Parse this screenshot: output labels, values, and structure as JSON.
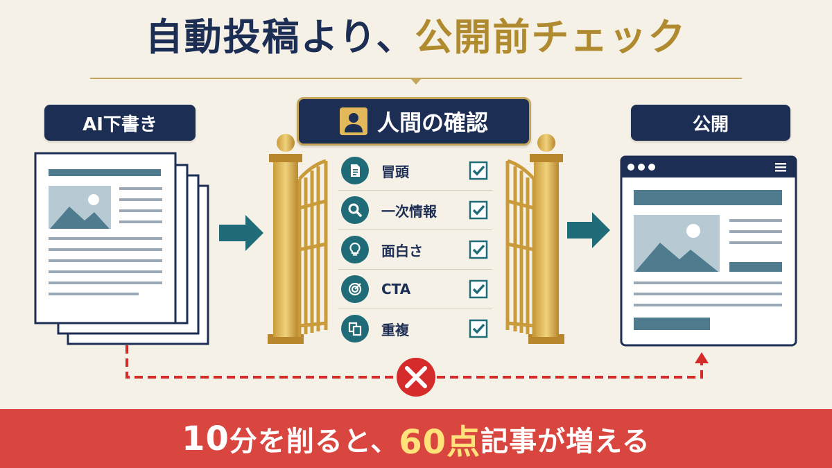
{
  "title": {
    "part1": "自動投稿より、",
    "part2": "公開前チェック"
  },
  "labels": {
    "ai_draft": "AI下書き",
    "human_check": "人間の確認",
    "publish": "公開"
  },
  "checklist": [
    {
      "label": "冒頭",
      "icon": "document-icon",
      "checked": true
    },
    {
      "label": "一次情報",
      "icon": "magnifier-icon",
      "checked": true
    },
    {
      "label": "面白さ",
      "icon": "lightbulb-icon",
      "checked": true
    },
    {
      "label": "CTA",
      "icon": "target-icon",
      "checked": true
    },
    {
      "label": "重複",
      "icon": "duplicate-icon",
      "checked": true
    }
  ],
  "banner": {
    "num1": "10",
    "text1": "分を削ると、",
    "num2": "60点",
    "text2": "記事が増える"
  },
  "colors": {
    "navy": "#1d2e55",
    "gold": "#b08a2e",
    "teal": "#1f6b78",
    "red": "#d9453f",
    "background": "#f6f1e6"
  }
}
